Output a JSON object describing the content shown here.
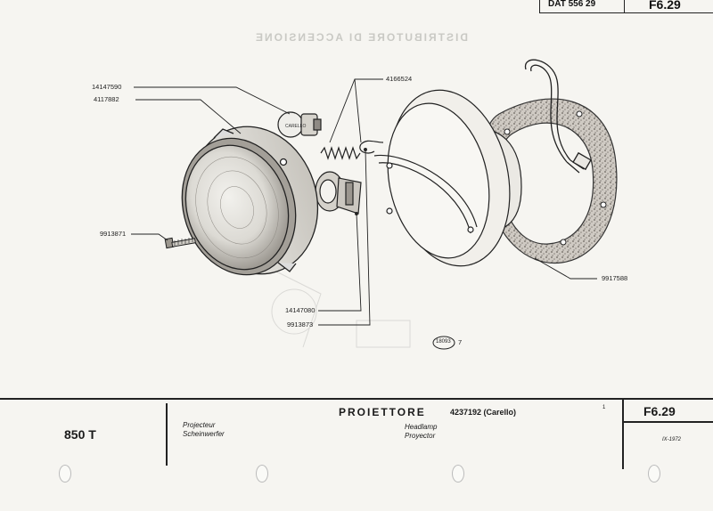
{
  "header": {
    "ref_code": "DAT 556 29",
    "sheet": "F6.29"
  },
  "callouts": {
    "c1": "14147590",
    "c2": "4117882",
    "c3": "4166524",
    "c4": "9913871",
    "c5": "9917588",
    "c6": "14147080",
    "c7": "9913873",
    "c8_badge": "18093",
    "c8_num": "7"
  },
  "footer": {
    "model": "850 T",
    "fr_name": "Projecteur",
    "de_name": "Scheinwerfer",
    "title": "PROIETTORE",
    "part_ref": "4237192 (Carello)",
    "en_name": "Headlamp",
    "es_name": "Proyector",
    "qty": "1",
    "sheet": "F6.29",
    "date": "IX-1972"
  },
  "show_through": {
    "top_title": "DISTRIBUTORE DI ACCENSIONE"
  },
  "colors": {
    "ink": "#1a1a1a",
    "paper": "#f6f5f1",
    "ghost": "#c9c9c4"
  }
}
